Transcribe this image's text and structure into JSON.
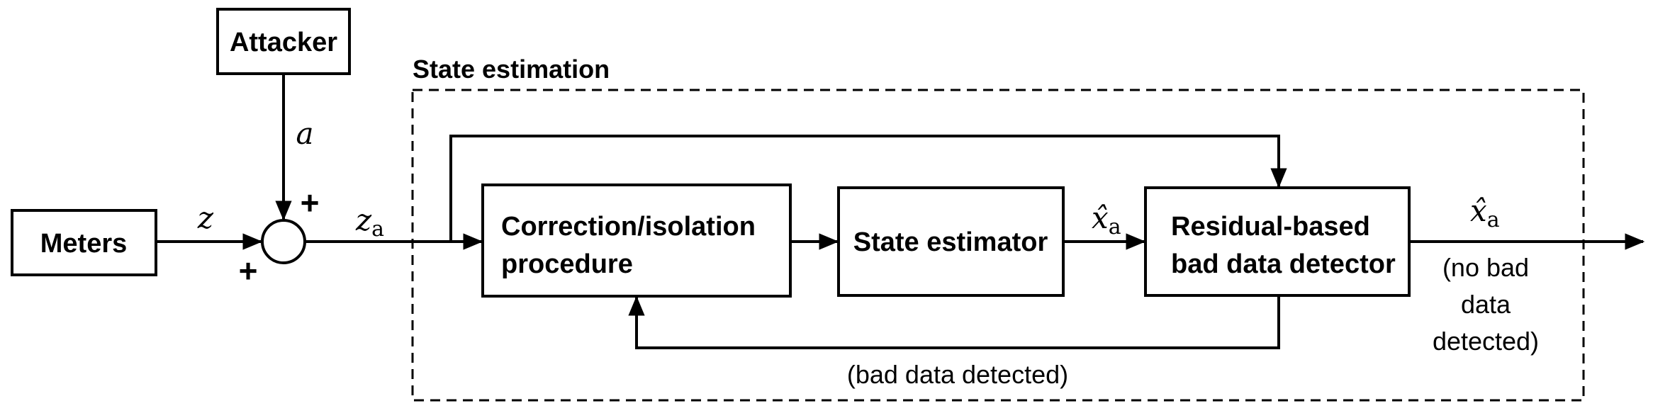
{
  "blocks": {
    "attacker": "Attacker",
    "meters": "Meters",
    "correction_line1": "Correction/isolation",
    "correction_line2": "procedure",
    "state_estimator": "State estimator",
    "detector_line1": "Residual-based",
    "detector_line2": "bad data detector"
  },
  "group": {
    "title": "State estimation"
  },
  "signals": {
    "attack": "a",
    "measurement": "z",
    "attacked_measurement": "z",
    "attacked_measurement_sub": "a",
    "estimate": "x̂",
    "estimate_sub": "a",
    "output_estimate": "x̂",
    "output_estimate_sub": "a"
  },
  "summing_junction": {
    "top_sign": "+",
    "left_sign": "+"
  },
  "notes": {
    "bad_data": "(bad data detected)",
    "no_bad_line1": "(no bad",
    "no_bad_line2": "data",
    "no_bad_line3": "detected)"
  }
}
